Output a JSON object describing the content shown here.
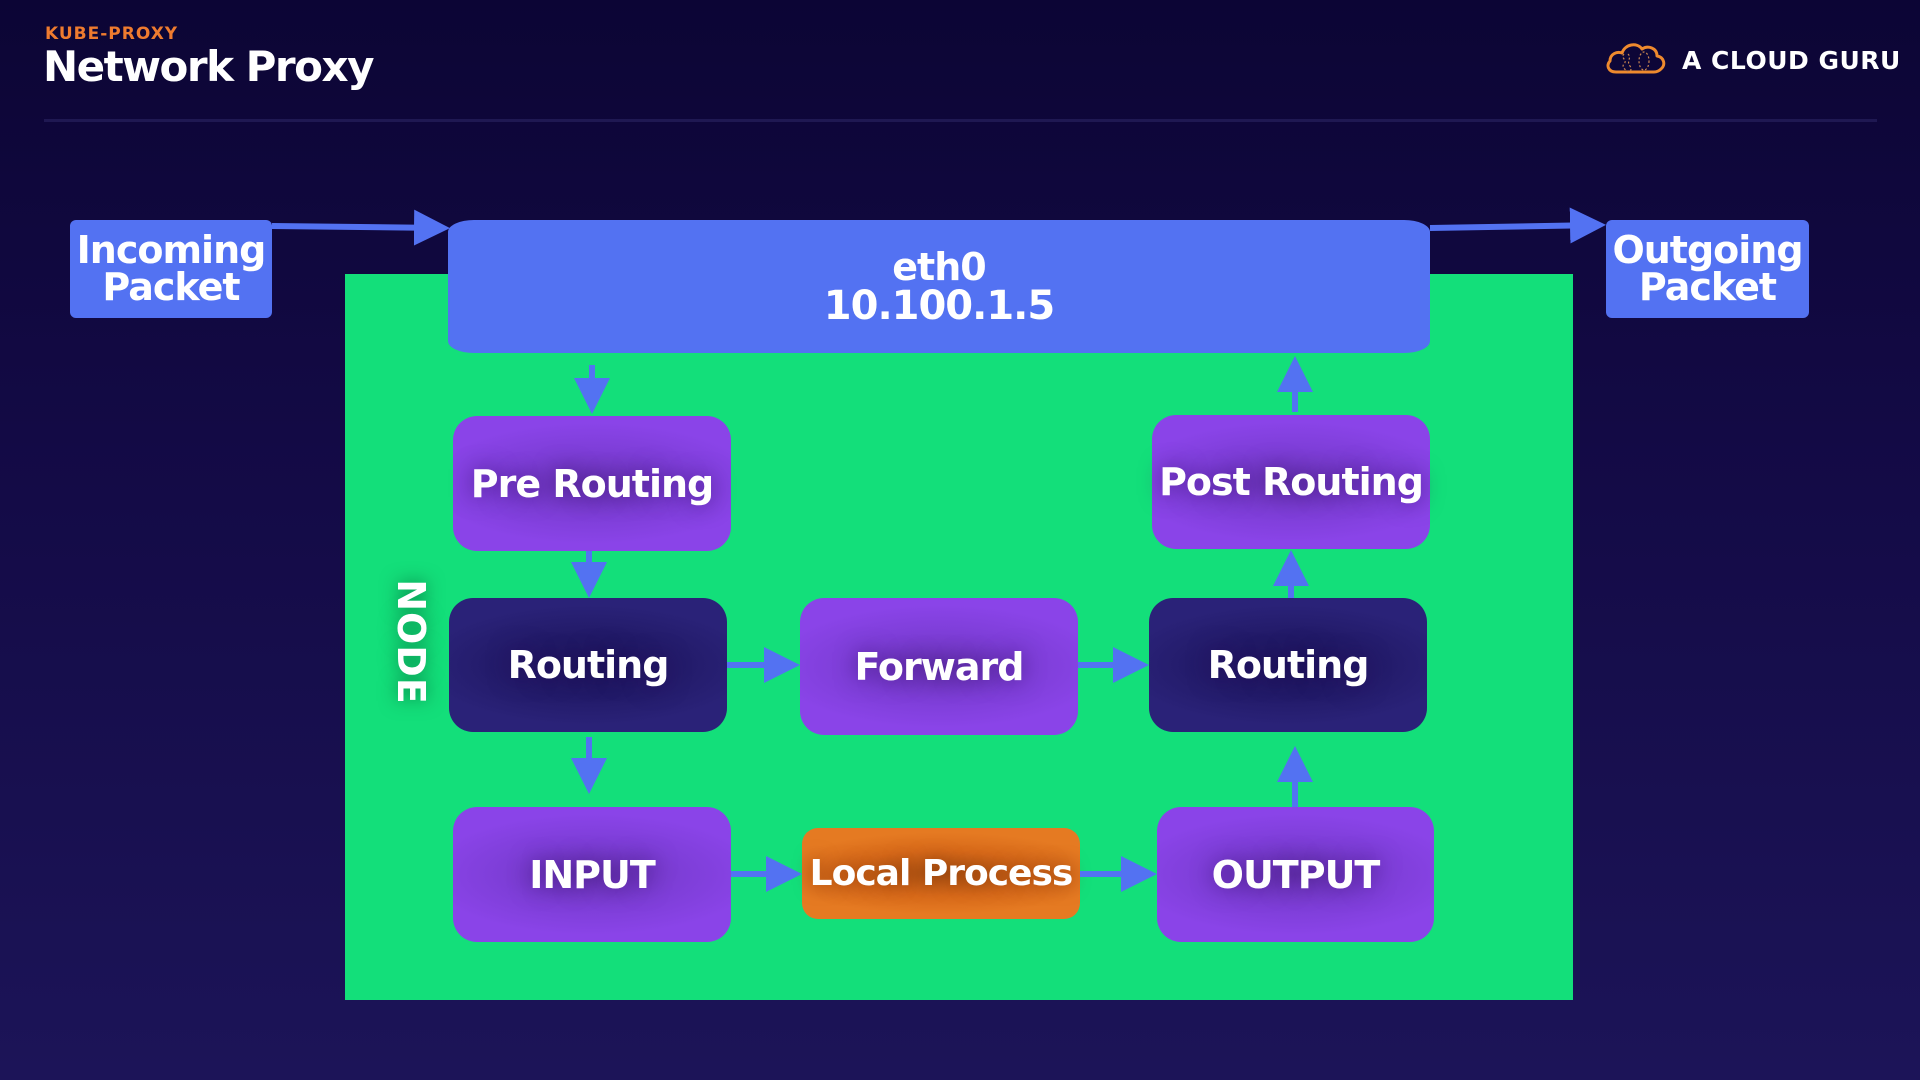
{
  "header": {
    "eyebrow": "KUBE-PROXY",
    "title": "Network Proxy"
  },
  "brand": {
    "logo_icon": "cloud-icon",
    "name": "A CLOUD GURU"
  },
  "diagram": {
    "incoming": {
      "line1": "Incoming",
      "line2": "Packet"
    },
    "outgoing": {
      "line1": "Outgoing",
      "line2": "Packet"
    },
    "interface": {
      "name": "eth0",
      "ip": "10.100.1.5"
    },
    "node_label": "NODE",
    "boxes": {
      "pre_routing": "Pre Routing",
      "post_routing": "Post Routing",
      "routing_in": "Routing",
      "forward": "Forward",
      "routing_out": "Routing",
      "input": "INPUT",
      "local_process": "Local Process",
      "output": "OUTPUT"
    },
    "flows": [
      [
        "Incoming Packet",
        "eth0"
      ],
      [
        "eth0",
        "Pre Routing"
      ],
      [
        "Pre Routing",
        "Routing"
      ],
      [
        "Routing",
        "Forward"
      ],
      [
        "Forward",
        "Routing"
      ],
      [
        "Routing",
        "INPUT"
      ],
      [
        "INPUT",
        "Local Process"
      ],
      [
        "Local Process",
        "OUTPUT"
      ],
      [
        "OUTPUT",
        "Routing"
      ],
      [
        "Routing",
        "Post Routing"
      ],
      [
        "Post Routing",
        "eth0"
      ],
      [
        "eth0",
        "Outgoing Packet"
      ]
    ],
    "colors": {
      "background": "#130a45",
      "node": "#13df7a",
      "interface": "#5372f2",
      "chain": "#8a44e8",
      "routing": "#2a2278",
      "local_process": "#e57a22",
      "accent": "#ee7b2f",
      "arrow": "#5372f2"
    }
  }
}
